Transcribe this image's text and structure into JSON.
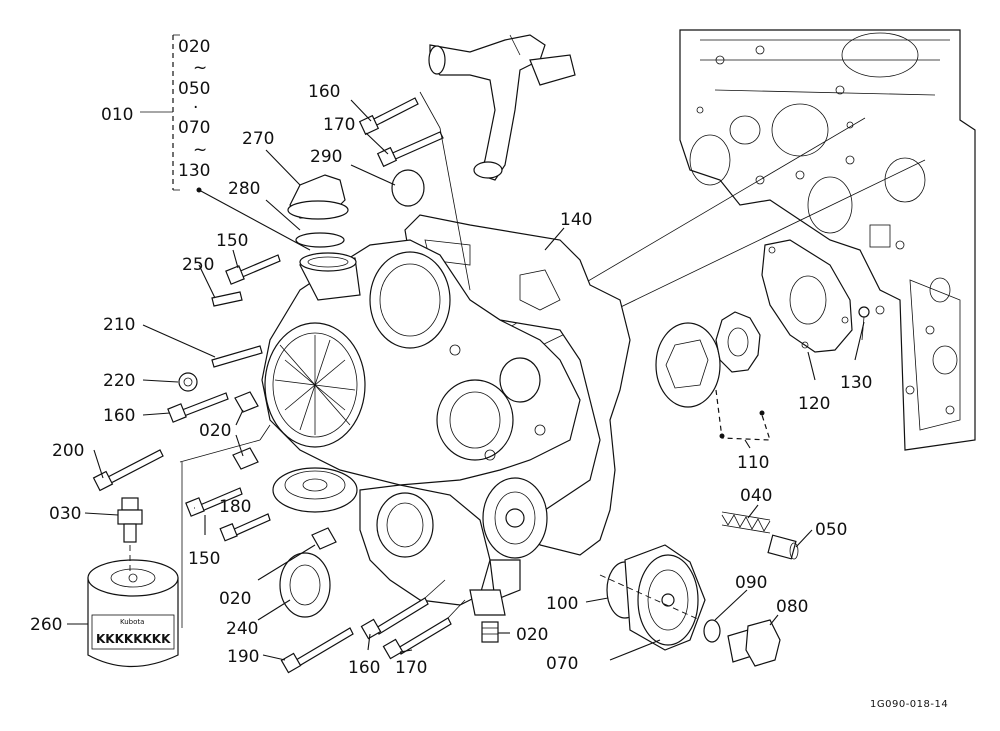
{
  "doc_code": "1G090-018-14",
  "filter_brand": "Kubota",
  "filter_pattern": "KKKKKKKK",
  "range_labels": {
    "r0": "020",
    "tilde1": "~",
    "r1": "050",
    "dot": "·",
    "r2": "070",
    "tilde2": "~",
    "r3": "130"
  },
  "callouts": [
    {
      "id": "010",
      "label": "010"
    },
    {
      "id": "160a",
      "label": "160"
    },
    {
      "id": "170a",
      "label": "170"
    },
    {
      "id": "270",
      "label": "270"
    },
    {
      "id": "290",
      "label": "290"
    },
    {
      "id": "280",
      "label": "280"
    },
    {
      "id": "140",
      "label": "140"
    },
    {
      "id": "150a",
      "label": "150"
    },
    {
      "id": "250",
      "label": "250"
    },
    {
      "id": "210",
      "label": "210"
    },
    {
      "id": "220",
      "label": "220"
    },
    {
      "id": "160b",
      "label": "160"
    },
    {
      "id": "020a",
      "label": "020"
    },
    {
      "id": "200",
      "label": "200"
    },
    {
      "id": "180",
      "label": "180"
    },
    {
      "id": "030",
      "label": "030"
    },
    {
      "id": "150b",
      "label": "150"
    },
    {
      "id": "020b",
      "label": "020"
    },
    {
      "id": "240",
      "label": "240"
    },
    {
      "id": "260",
      "label": "260"
    },
    {
      "id": "190",
      "label": "190"
    },
    {
      "id": "160c",
      "label": "160"
    },
    {
      "id": "170b",
      "label": "170"
    },
    {
      "id": "020c",
      "label": "020"
    },
    {
      "id": "130",
      "label": "130"
    },
    {
      "id": "120",
      "label": "120"
    },
    {
      "id": "110",
      "label": "110"
    },
    {
      "id": "040",
      "label": "040"
    },
    {
      "id": "050",
      "label": "050"
    },
    {
      "id": "100",
      "label": "100"
    },
    {
      "id": "090",
      "label": "090"
    },
    {
      "id": "080",
      "label": "080"
    },
    {
      "id": "070",
      "label": "070"
    }
  ]
}
